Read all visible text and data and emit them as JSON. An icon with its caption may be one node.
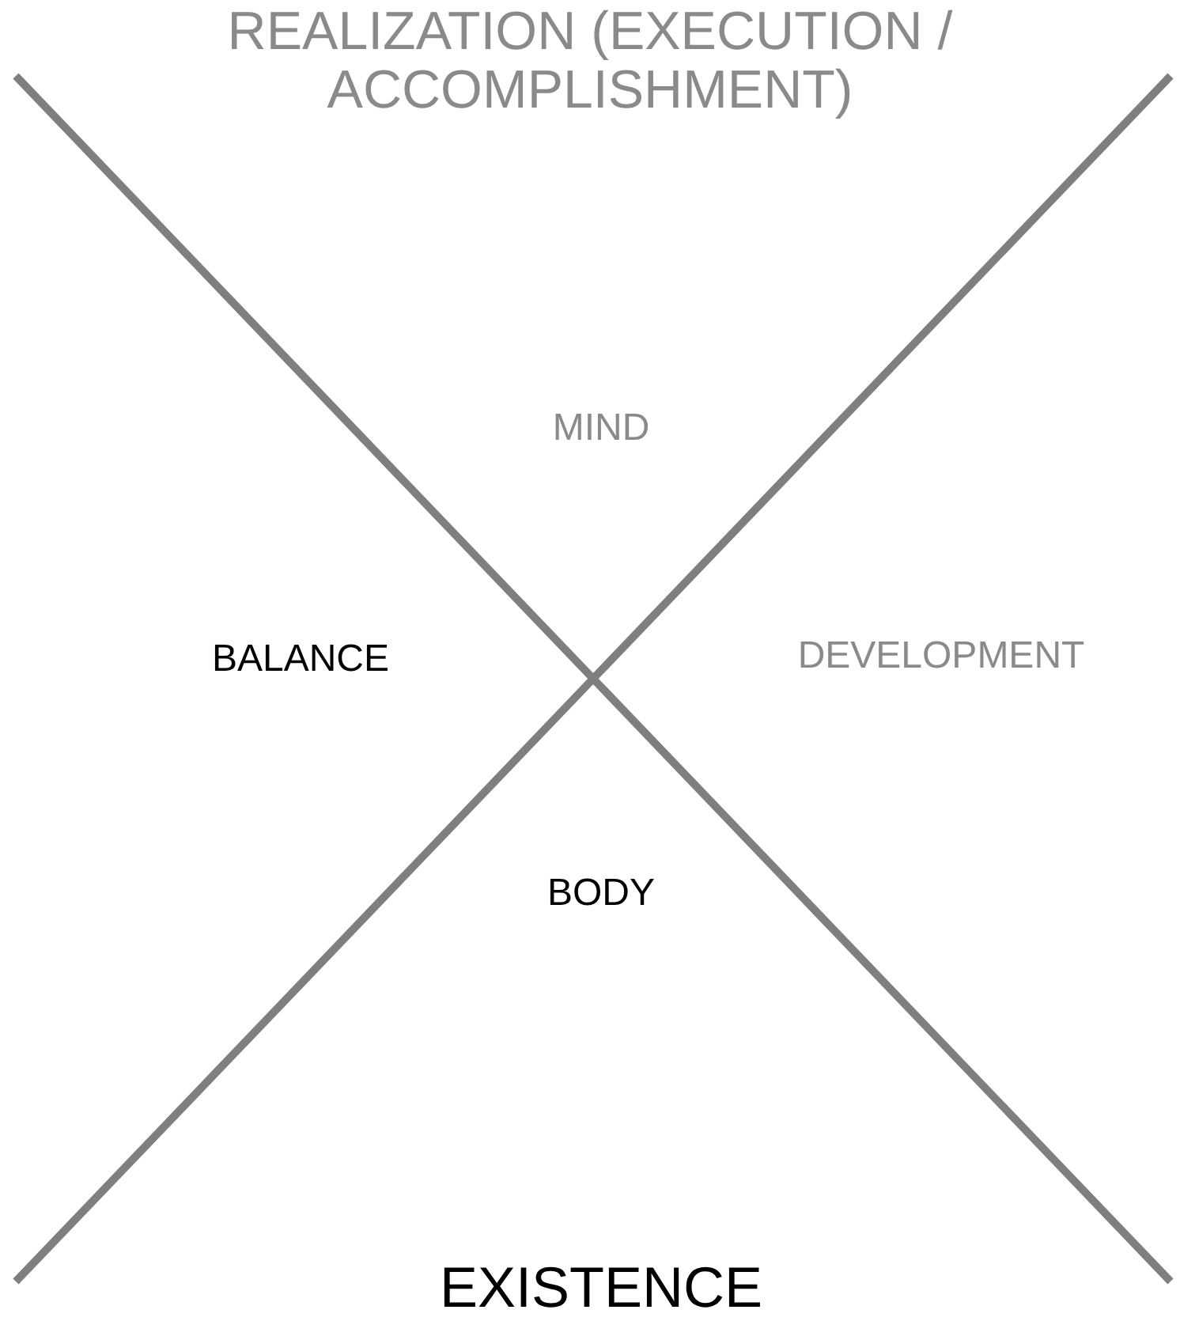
{
  "diagram": {
    "labels": [
      "REALIZATION (EXECUTION / ACCOMPLISHMENT)",
      "MIND",
      "BALANCE",
      "DEVELOPMENT",
      "BODY",
      "EXISTENCE"
    ]
  }
}
